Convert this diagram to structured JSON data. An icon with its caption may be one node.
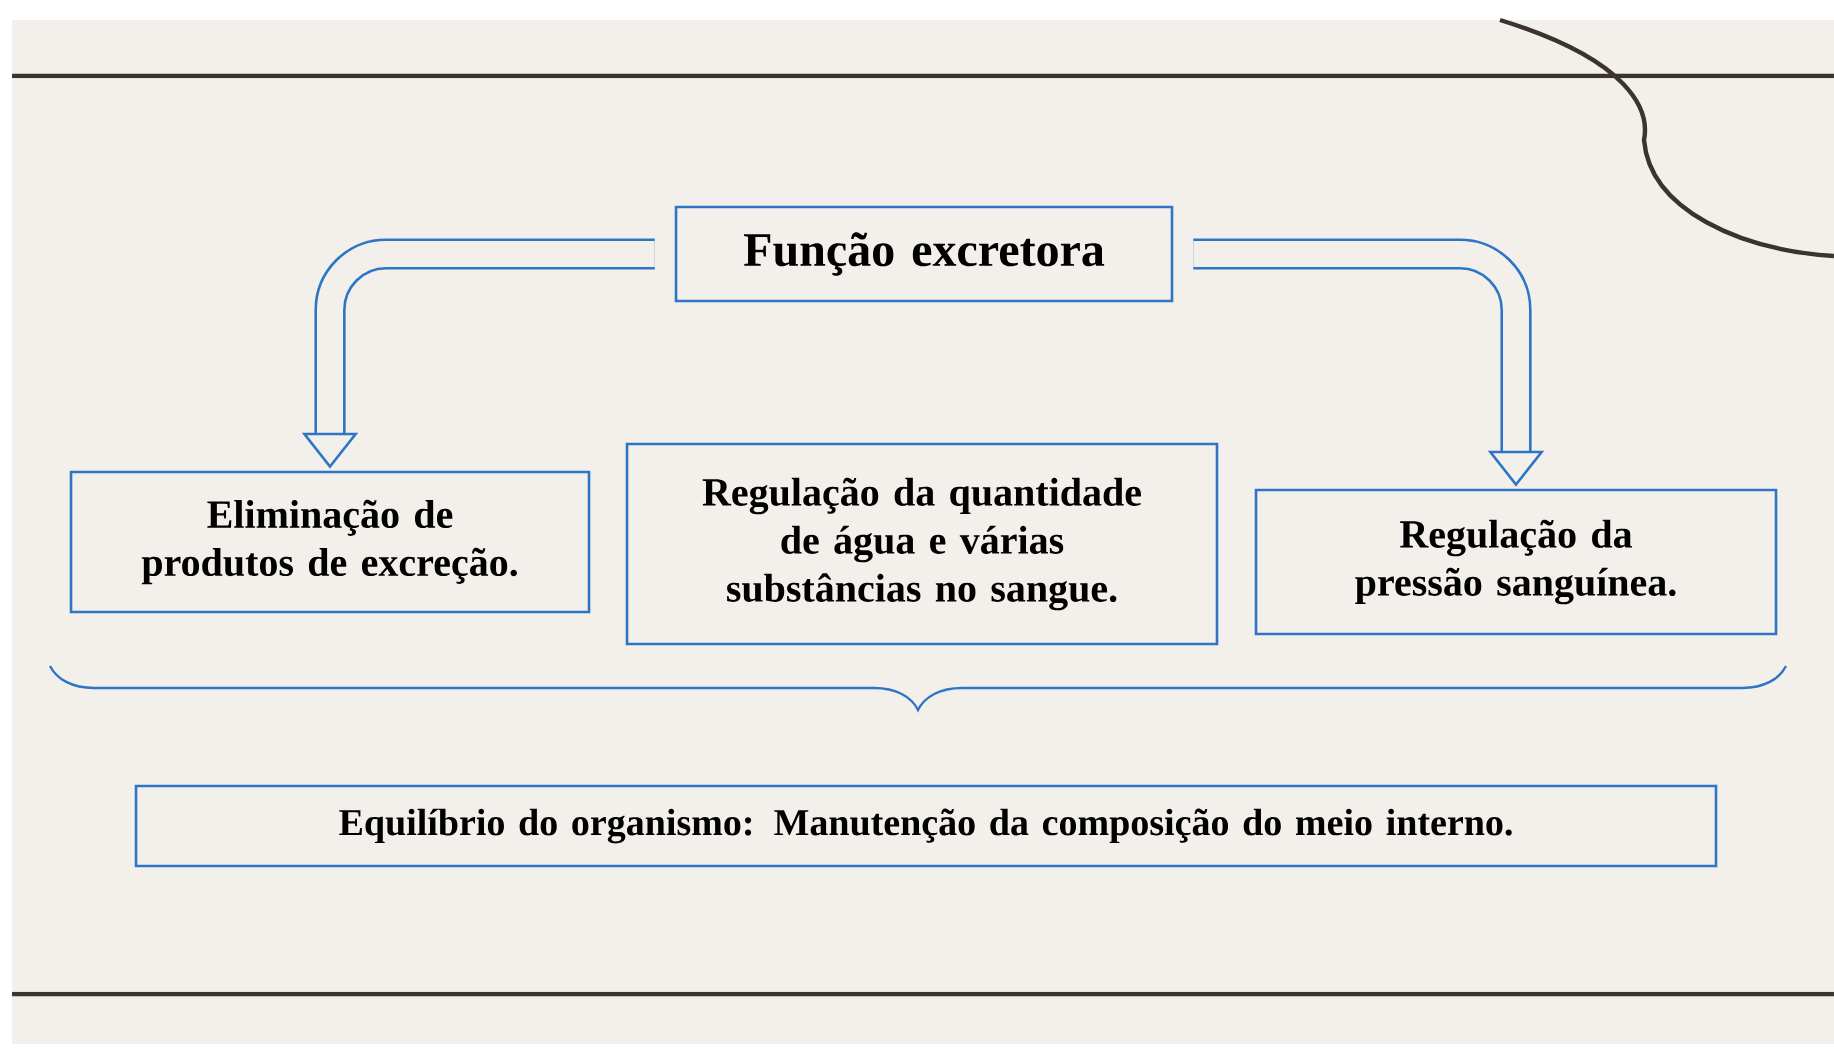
{
  "diagram": {
    "nodes": [
      {
        "text": [
          "Função excretora"
        ]
      },
      {
        "text": [
          "Eliminação de produtos de excreção."
        ]
      },
      {
        "text": [
          "Regulação da quantidade de água e várias substâncias no sangue."
        ]
      },
      {
        "text": [
          "Regulação da pressão sanguínea."
        ]
      },
      {
        "text": [
          "Equilíbrio do organismo: Manutenção da composição do meio interno."
        ]
      }
    ],
    "edges": [
      {
        "from": 0,
        "to": 1,
        "arrow": "to"
      },
      {
        "from": 0,
        "to": 3,
        "arrow": "to"
      }
    ]
  }
}
